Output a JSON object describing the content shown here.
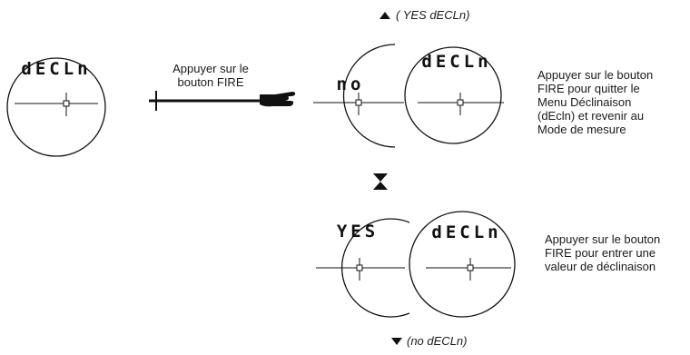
{
  "displays": {
    "start": "dECLn",
    "top_left": "no",
    "top_right": "dECLn",
    "bottom_left": "YES",
    "bottom_right": "dECLn"
  },
  "labels": {
    "press_fire": "Appuyer sur le\nbouton FIRE",
    "top_option": "( YES dECLn)",
    "bottom_option": "(no dECLn)",
    "quit_instruction": "Appuyer sur le bouton\nFIRE pour quitter le\nMenu Déclinaison\n(dEcln) et revenir au\nMode de mesure",
    "enter_instruction": "Appuyer sur le bouton\nFIRE pour entrer une\nvaleur de déclinaison"
  },
  "icons": {
    "up": "up-triangle-icon",
    "down": "down-triangle-icon",
    "toggle": "up-down-toggle-icon",
    "hand": "pointing-hand-icon"
  },
  "colors": {
    "line": "#111111",
    "text": "#1a1a1a"
  }
}
